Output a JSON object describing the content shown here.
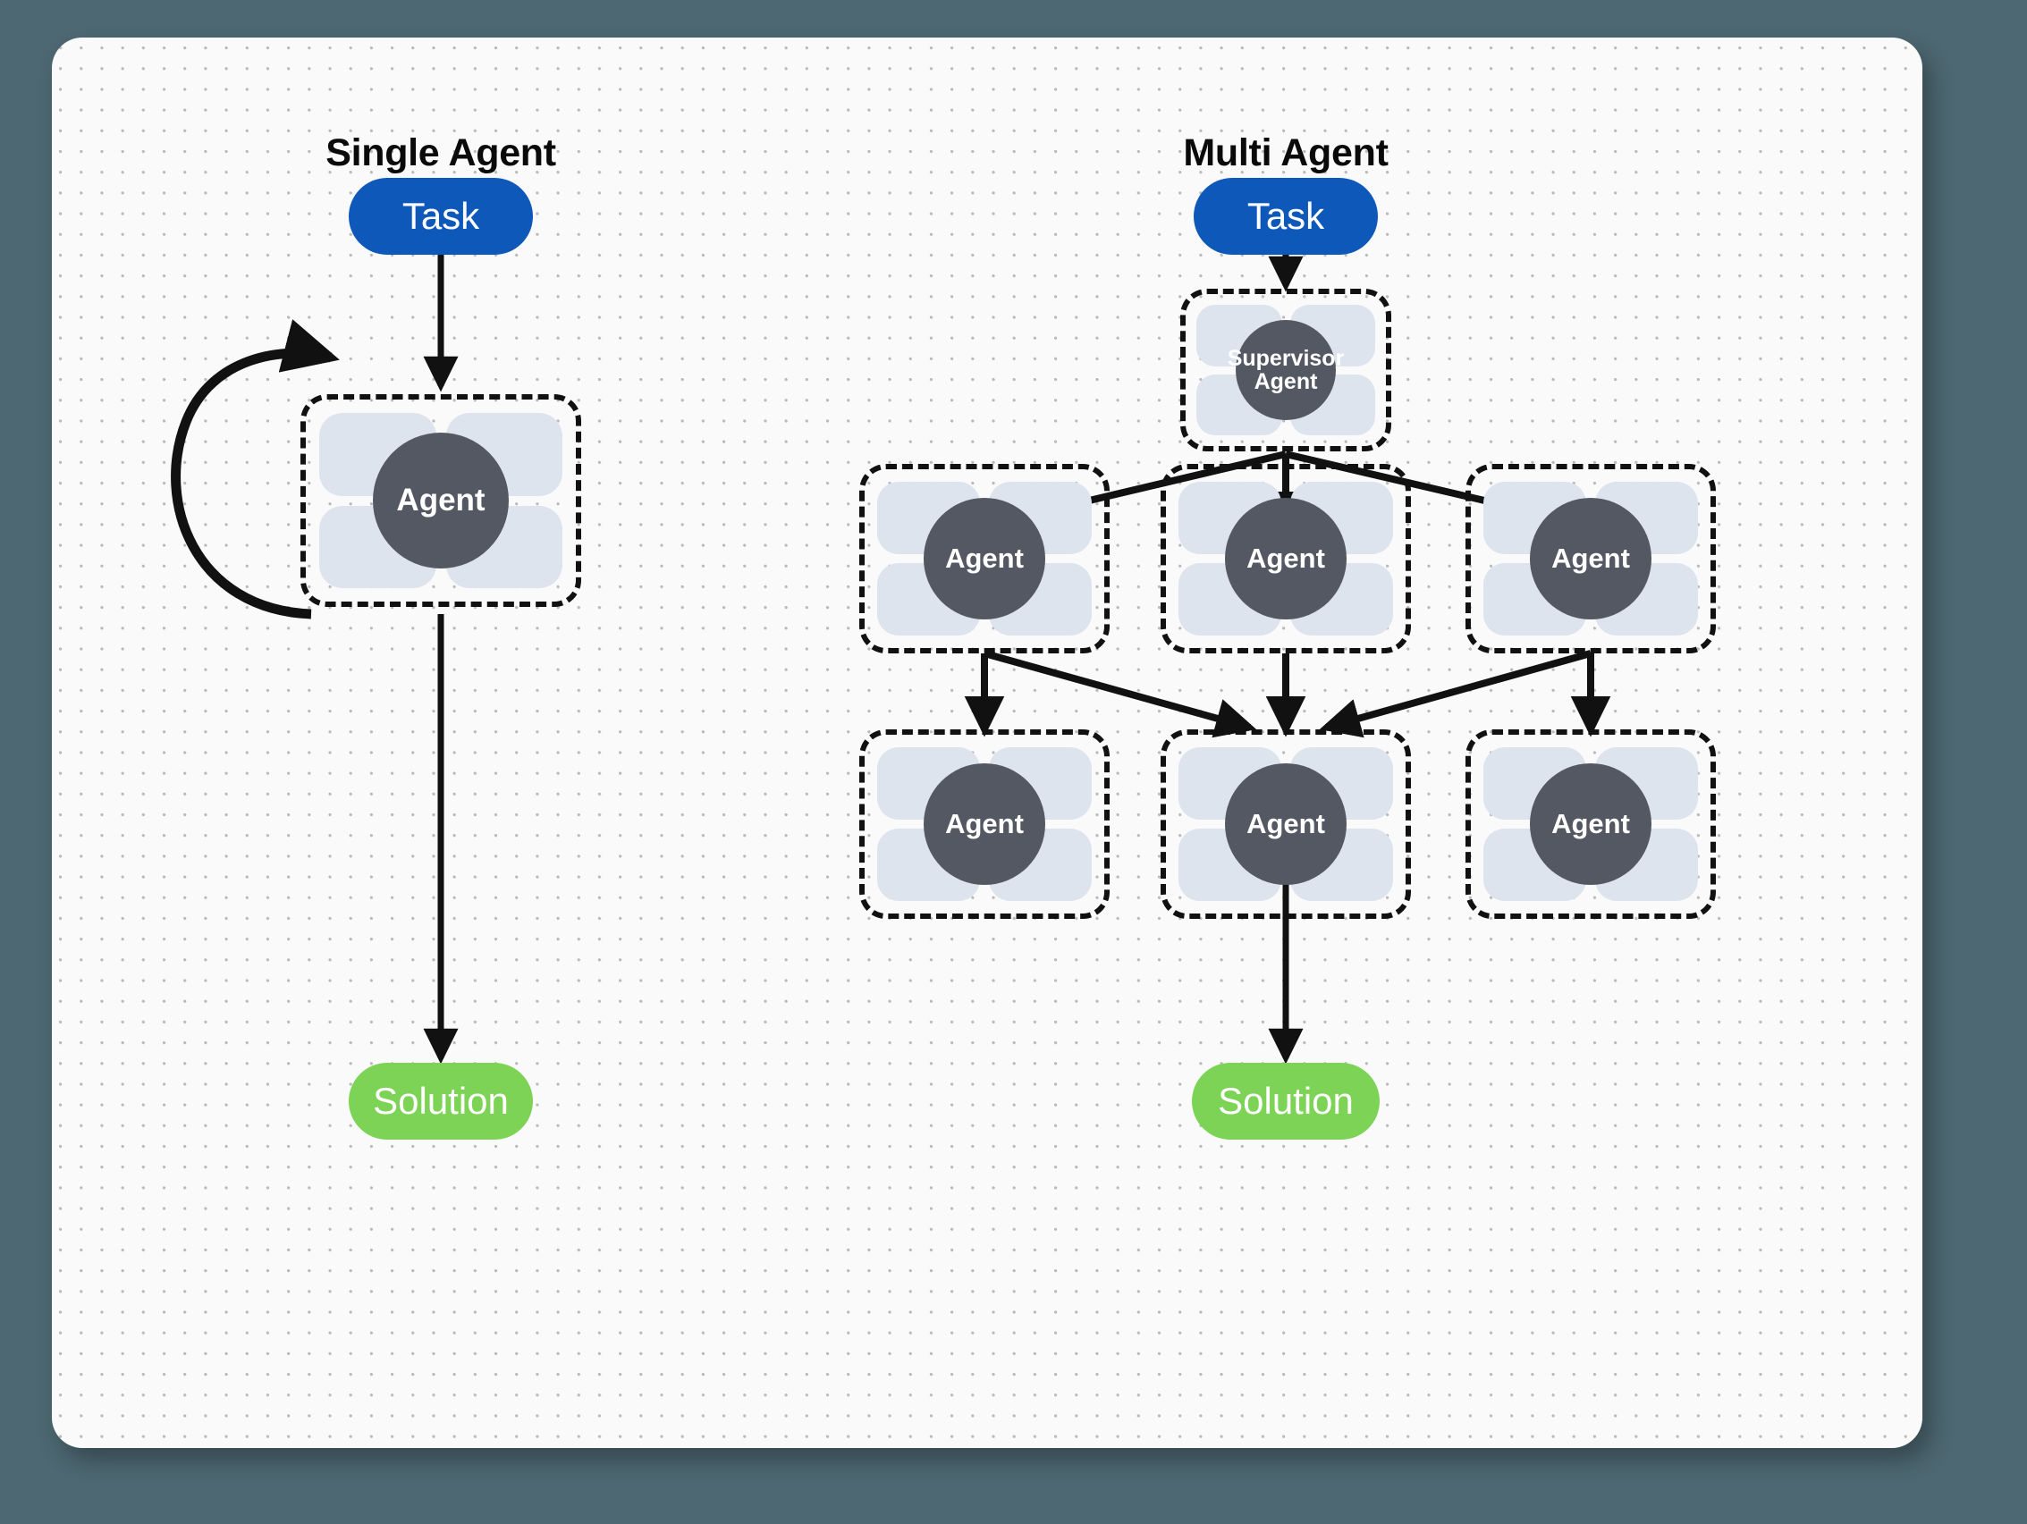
{
  "canvas": {
    "background_color": "#4d6872",
    "card_color": "#fafafa",
    "dot_color": "#b9babd"
  },
  "colors": {
    "task_pill": "#0d58b8",
    "solution_pill": "#7dd356",
    "agent_circle": "#545863",
    "petal": "#dde4ee",
    "edge": "#111111",
    "title_text": "#0a0a0a"
  },
  "panels": {
    "single": {
      "title": "Single Agent",
      "task_label": "Task",
      "agent_label": "Agent",
      "solution_label": "Solution",
      "loop_edge": "self-loop"
    },
    "multi": {
      "title": "Multi Agent",
      "task_label": "Task",
      "supervisor_label_line1": "Supervisor",
      "supervisor_label_line2": "Agent",
      "row_middle": [
        {
          "label": "Agent"
        },
        {
          "label": "Agent"
        },
        {
          "label": "Agent"
        }
      ],
      "row_bottom": [
        {
          "label": "Agent"
        },
        {
          "label": "Agent"
        },
        {
          "label": "Agent"
        }
      ],
      "solution_label": "Solution"
    }
  }
}
